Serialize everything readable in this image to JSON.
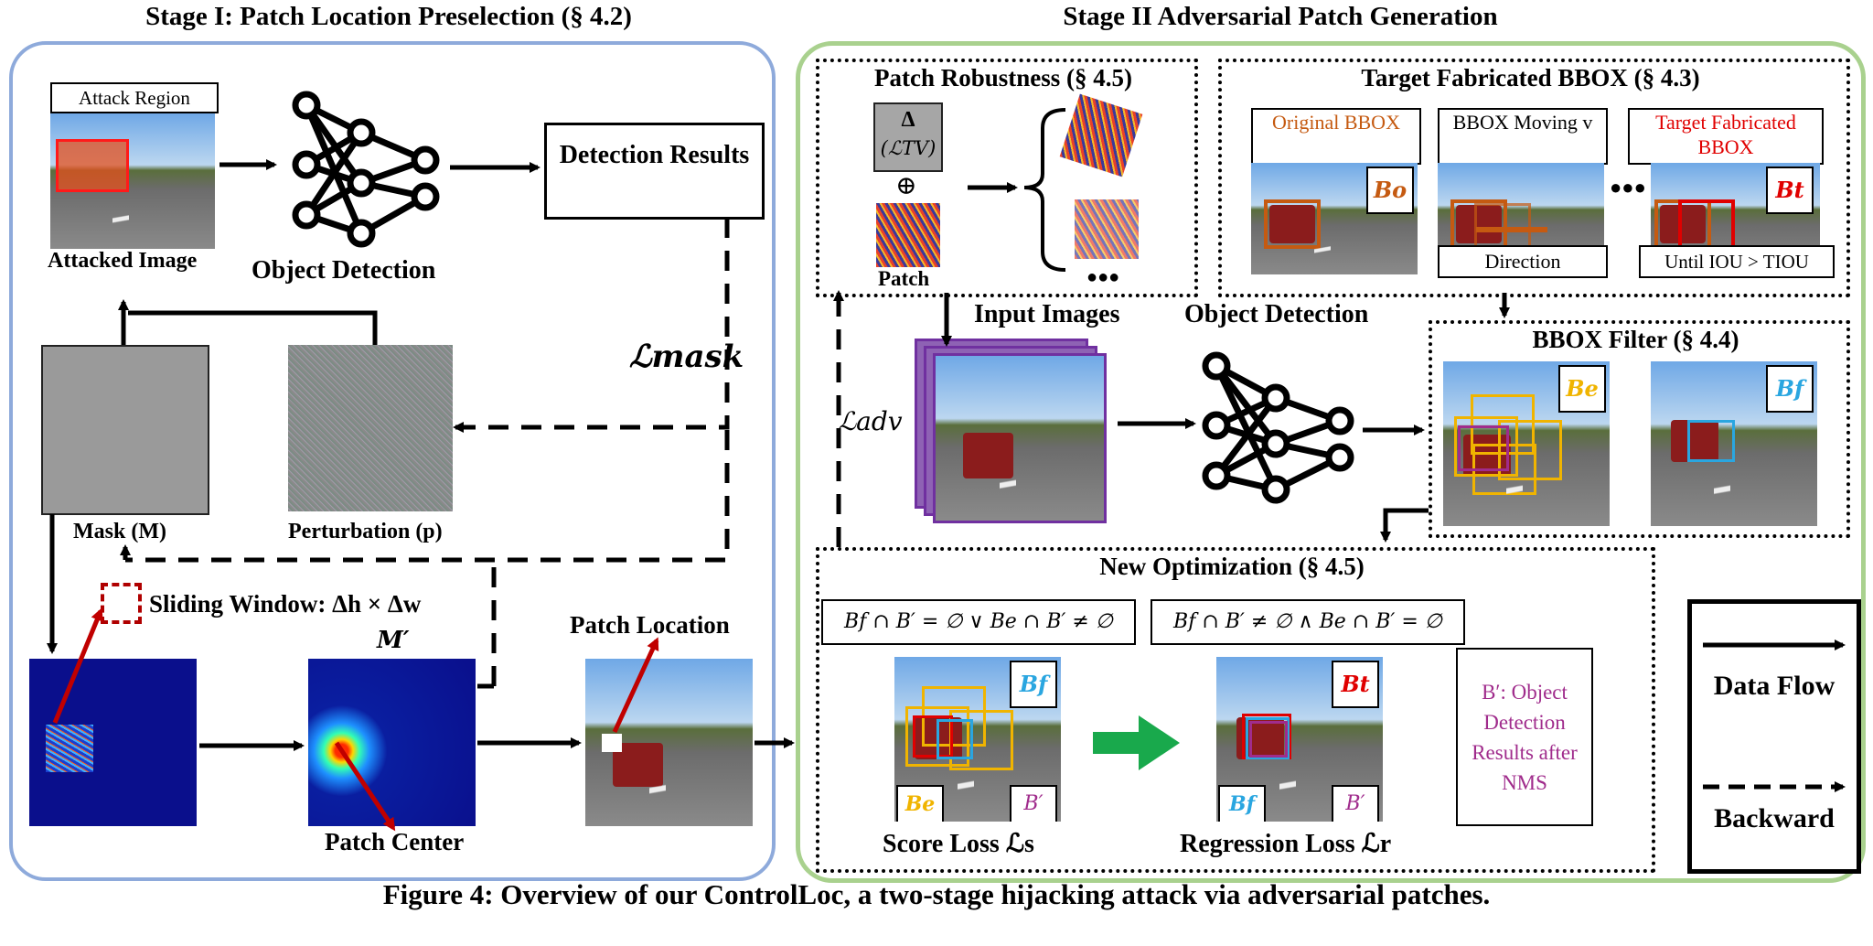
{
  "stage1": {
    "title": "Stage I: Patch Location Preselection (§ 4.2)",
    "attack_region": "Attack Region",
    "attacked_image": "Attacked Image",
    "object_detection": "Object Detection",
    "detection_results": "Detection Results",
    "loss_mask": "ℒmask",
    "mask_label": "Mask (M)",
    "perturbation_label": "Perturbation (p)",
    "sliding_window": "Sliding Window: Δh × Δw",
    "m_prime": "M′",
    "patch_location": "Patch Location",
    "patch_center": "Patch Center"
  },
  "stage2": {
    "title": "Stage II  Adversarial Patch Generation",
    "patch_robustness": {
      "title": "Patch Robustness (§ 4.5)",
      "delta": "Δ",
      "l_tv": "(ℒTV)",
      "oplus": "⊕",
      "patch": "Patch",
      "dots": "●●●"
    },
    "target_bbox": {
      "title": "Target Fabricated BBOX (§ 4.3)",
      "original": "Original BBOX",
      "moving": "BBOX Moving v",
      "target": "Target Fabricated BBOX",
      "b_o": "Bo",
      "b_t": "Bt",
      "direction": "Direction",
      "until": "Until IOU > TIOU",
      "dots": "●●●"
    },
    "input_images": "Input Images",
    "object_detection": "Object Detection",
    "l_adv": "ℒadv",
    "bbox_filter": {
      "title": "BBOX Filter (§ 4.4)",
      "b_e": "Be",
      "b_f": "Bf"
    },
    "new_opt": {
      "title": "New Optimization (§ 4.5)",
      "cond1": "Bf ∩ B′ = ∅ ∨ Be ∩ B′ ≠ ∅",
      "cond2": "Bf ∩ B′ ≠ ∅ ∧ Be ∩ B′ = ∅",
      "b_f": "Bf",
      "b_e": "Be",
      "b_t": "Bt",
      "b_prime": "B′",
      "b_prime_desc": "B′: Object Detection Results after NMS",
      "score_loss": "Score Loss  ℒs",
      "regression_loss": "Regression Loss  ℒr"
    }
  },
  "legend": {
    "data_flow": "Data Flow",
    "backward": "Backward"
  },
  "caption": "Figure 4: Overview of our ControlLoc, a two-stage hijacking attack via adversarial patches.",
  "colors": {
    "stage1_border": "#8eaadb",
    "stage2_border": "#a9d18e",
    "orange": "#c55a11",
    "red": "#e00000",
    "yellow": "#f0b400",
    "blue": "#2aa6e0",
    "purple": "#7030a0",
    "magenta": "#a02c8c",
    "green_arrow": "#19a94c"
  }
}
